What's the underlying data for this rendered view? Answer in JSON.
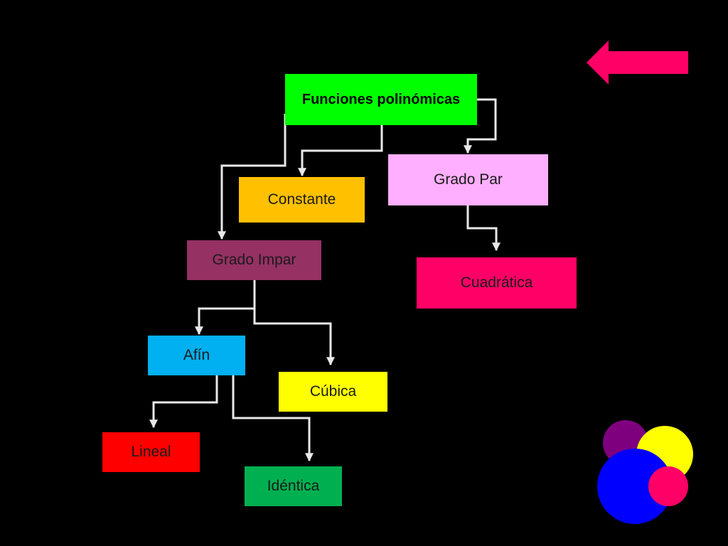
{
  "diagram": {
    "nodes": [
      {
        "id": "root",
        "label": "Funciones polinómicas",
        "color": "#00FF00",
        "text_color": "#000000"
      },
      {
        "id": "constante",
        "label": "Constante",
        "color": "#FFC000",
        "text_color": "#1a1a1a"
      },
      {
        "id": "grado_par",
        "label": "Grado Par",
        "color": "#FFAFFF",
        "text_color": "#1a1a1a"
      },
      {
        "id": "grado_impar",
        "label": "Grado Impar",
        "color": "#953163",
        "text_color": "#1a1a1a"
      },
      {
        "id": "cuadratica",
        "label": "Cuadrática",
        "color": "#FF0066",
        "text_color": "#1a1a1a"
      },
      {
        "id": "afin",
        "label": "Afín",
        "color": "#00B0F0",
        "text_color": "#1a1a1a"
      },
      {
        "id": "cubica",
        "label": "Cúbica",
        "color": "#FFFF00",
        "text_color": "#1a1a1a"
      },
      {
        "id": "lineal",
        "label": "Lineal",
        "color": "#FF0000",
        "text_color": "#1a1a1a"
      },
      {
        "id": "identica",
        "label": "Idéntica",
        "color": "#00B050",
        "text_color": "#1a1a1a"
      }
    ],
    "edges": [
      {
        "from": "root",
        "to": "constante"
      },
      {
        "from": "root",
        "to": "grado_impar"
      },
      {
        "from": "root",
        "to": "grado_par"
      },
      {
        "from": "grado_par",
        "to": "cuadratica"
      },
      {
        "from": "grado_impar",
        "to": "afin"
      },
      {
        "from": "grado_impar",
        "to": "cubica"
      },
      {
        "from": "afin",
        "to": "lineal"
      },
      {
        "from": "afin",
        "to": "identica"
      }
    ],
    "connector_color": "#E8E8E8"
  },
  "back_arrow": {
    "icon": "arrow-left-icon",
    "color": "#FF0066"
  },
  "decor_circles": {
    "icon": "overlapping-circles-icon",
    "colors": [
      "#7F007F",
      "#FFFF00",
      "#0000FF",
      "#FF0066"
    ]
  }
}
